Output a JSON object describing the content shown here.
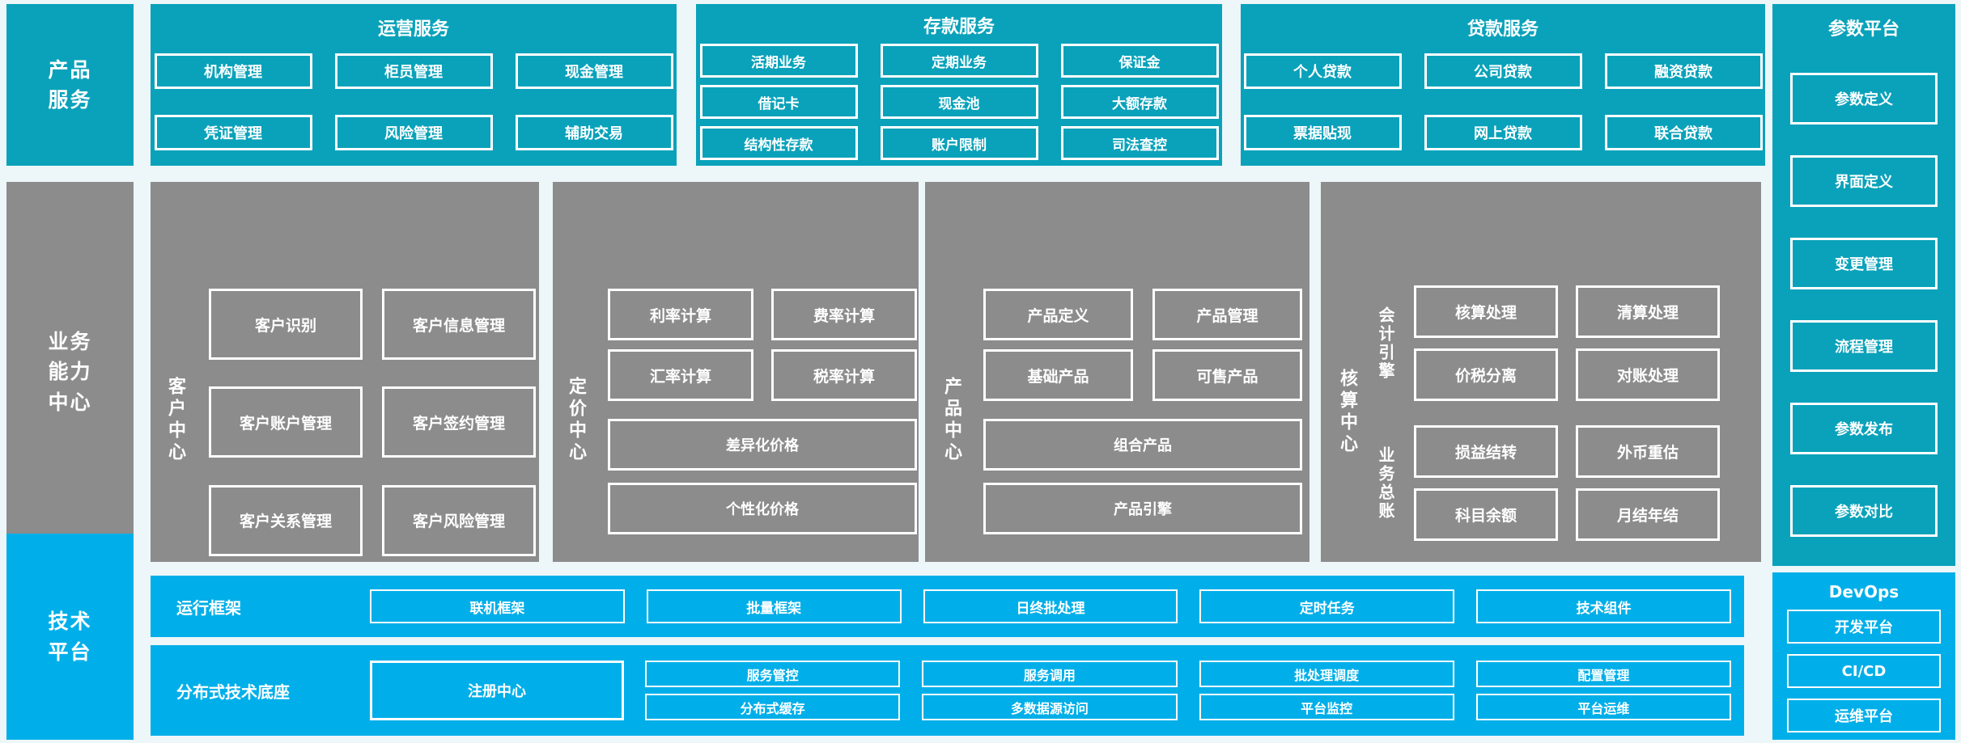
{
  "palette": {
    "teal": "#09A2BA",
    "gray": "#8C8C8C",
    "cyan": "#00AFE9",
    "background": "#EDF6F9",
    "text": "#FFFFFF"
  },
  "sidebars": {
    "product": "产品\n服务",
    "business": "业务\n能力\n中心",
    "technology": "技术\n平台"
  },
  "product_row": {
    "operations": {
      "title": "运营服务",
      "items": [
        "机构管理",
        "柜员管理",
        "现金管理",
        "凭证管理",
        "风险管理",
        "辅助交易"
      ]
    },
    "deposits": {
      "title": "存款服务",
      "items": [
        "活期业务",
        "定期业务",
        "保证金",
        "借记卡",
        "现金池",
        "大额存款",
        "结构性存款",
        "账户限制",
        "司法查控"
      ]
    },
    "loans": {
      "title": "贷款服务",
      "items": [
        "个人贷款",
        "公司贷款",
        "融资贷款",
        "票据贴现",
        "网上贷款",
        "联合贷款"
      ]
    },
    "parameter_platform": {
      "title": "参数平台",
      "items": [
        "参数定义",
        "界面定义",
        "变更管理",
        "流程管理",
        "参数发布",
        "参数对比"
      ]
    }
  },
  "capability_row": {
    "customer_center": {
      "label": "客户中心",
      "items": [
        "客户识别",
        "客户信息管理",
        "客户账户管理",
        "客户签约管理",
        "客户关系管理",
        "客户风险管理"
      ]
    },
    "pricing_center": {
      "label": "定价中心",
      "grid_items": [
        "利率计算",
        "费率计算",
        "汇率计算",
        "税率计算"
      ],
      "wide_items": [
        "差异化价格",
        "个性化价格"
      ]
    },
    "product_center": {
      "label": "产品中心",
      "grid_items": [
        "产品定义",
        "产品管理",
        "基础产品",
        "可售产品"
      ],
      "wide_items": [
        "组合产品",
        "产品引擎"
      ]
    },
    "accounting_center": {
      "label": "核算中心",
      "groups": [
        {
          "label": "会计引擎",
          "items": [
            "核算处理",
            "清算处理",
            "价税分离",
            "对账处理"
          ]
        },
        {
          "label": "业务总账",
          "items": [
            "损益结转",
            "外币重估",
            "科目余额",
            "月结年结"
          ]
        }
      ]
    }
  },
  "technology_row": {
    "runtime_framework": {
      "label": "运行框架",
      "items": [
        "联机框架",
        "批量框架",
        "日终批处理",
        "定时任务",
        "技术组件"
      ]
    },
    "distributed_base": {
      "label": "分布式技术底座",
      "registry": "注册中心",
      "top_items": [
        "服务管控",
        "服务调用",
        "批处理调度",
        "配置管理"
      ],
      "bottom_items": [
        "分布式缓存",
        "多数据源访问",
        "平台监控",
        "平台运维"
      ]
    },
    "devops": {
      "title": "DevOps",
      "items": [
        "开发平台",
        "CI/CD",
        "运维平台"
      ]
    }
  }
}
